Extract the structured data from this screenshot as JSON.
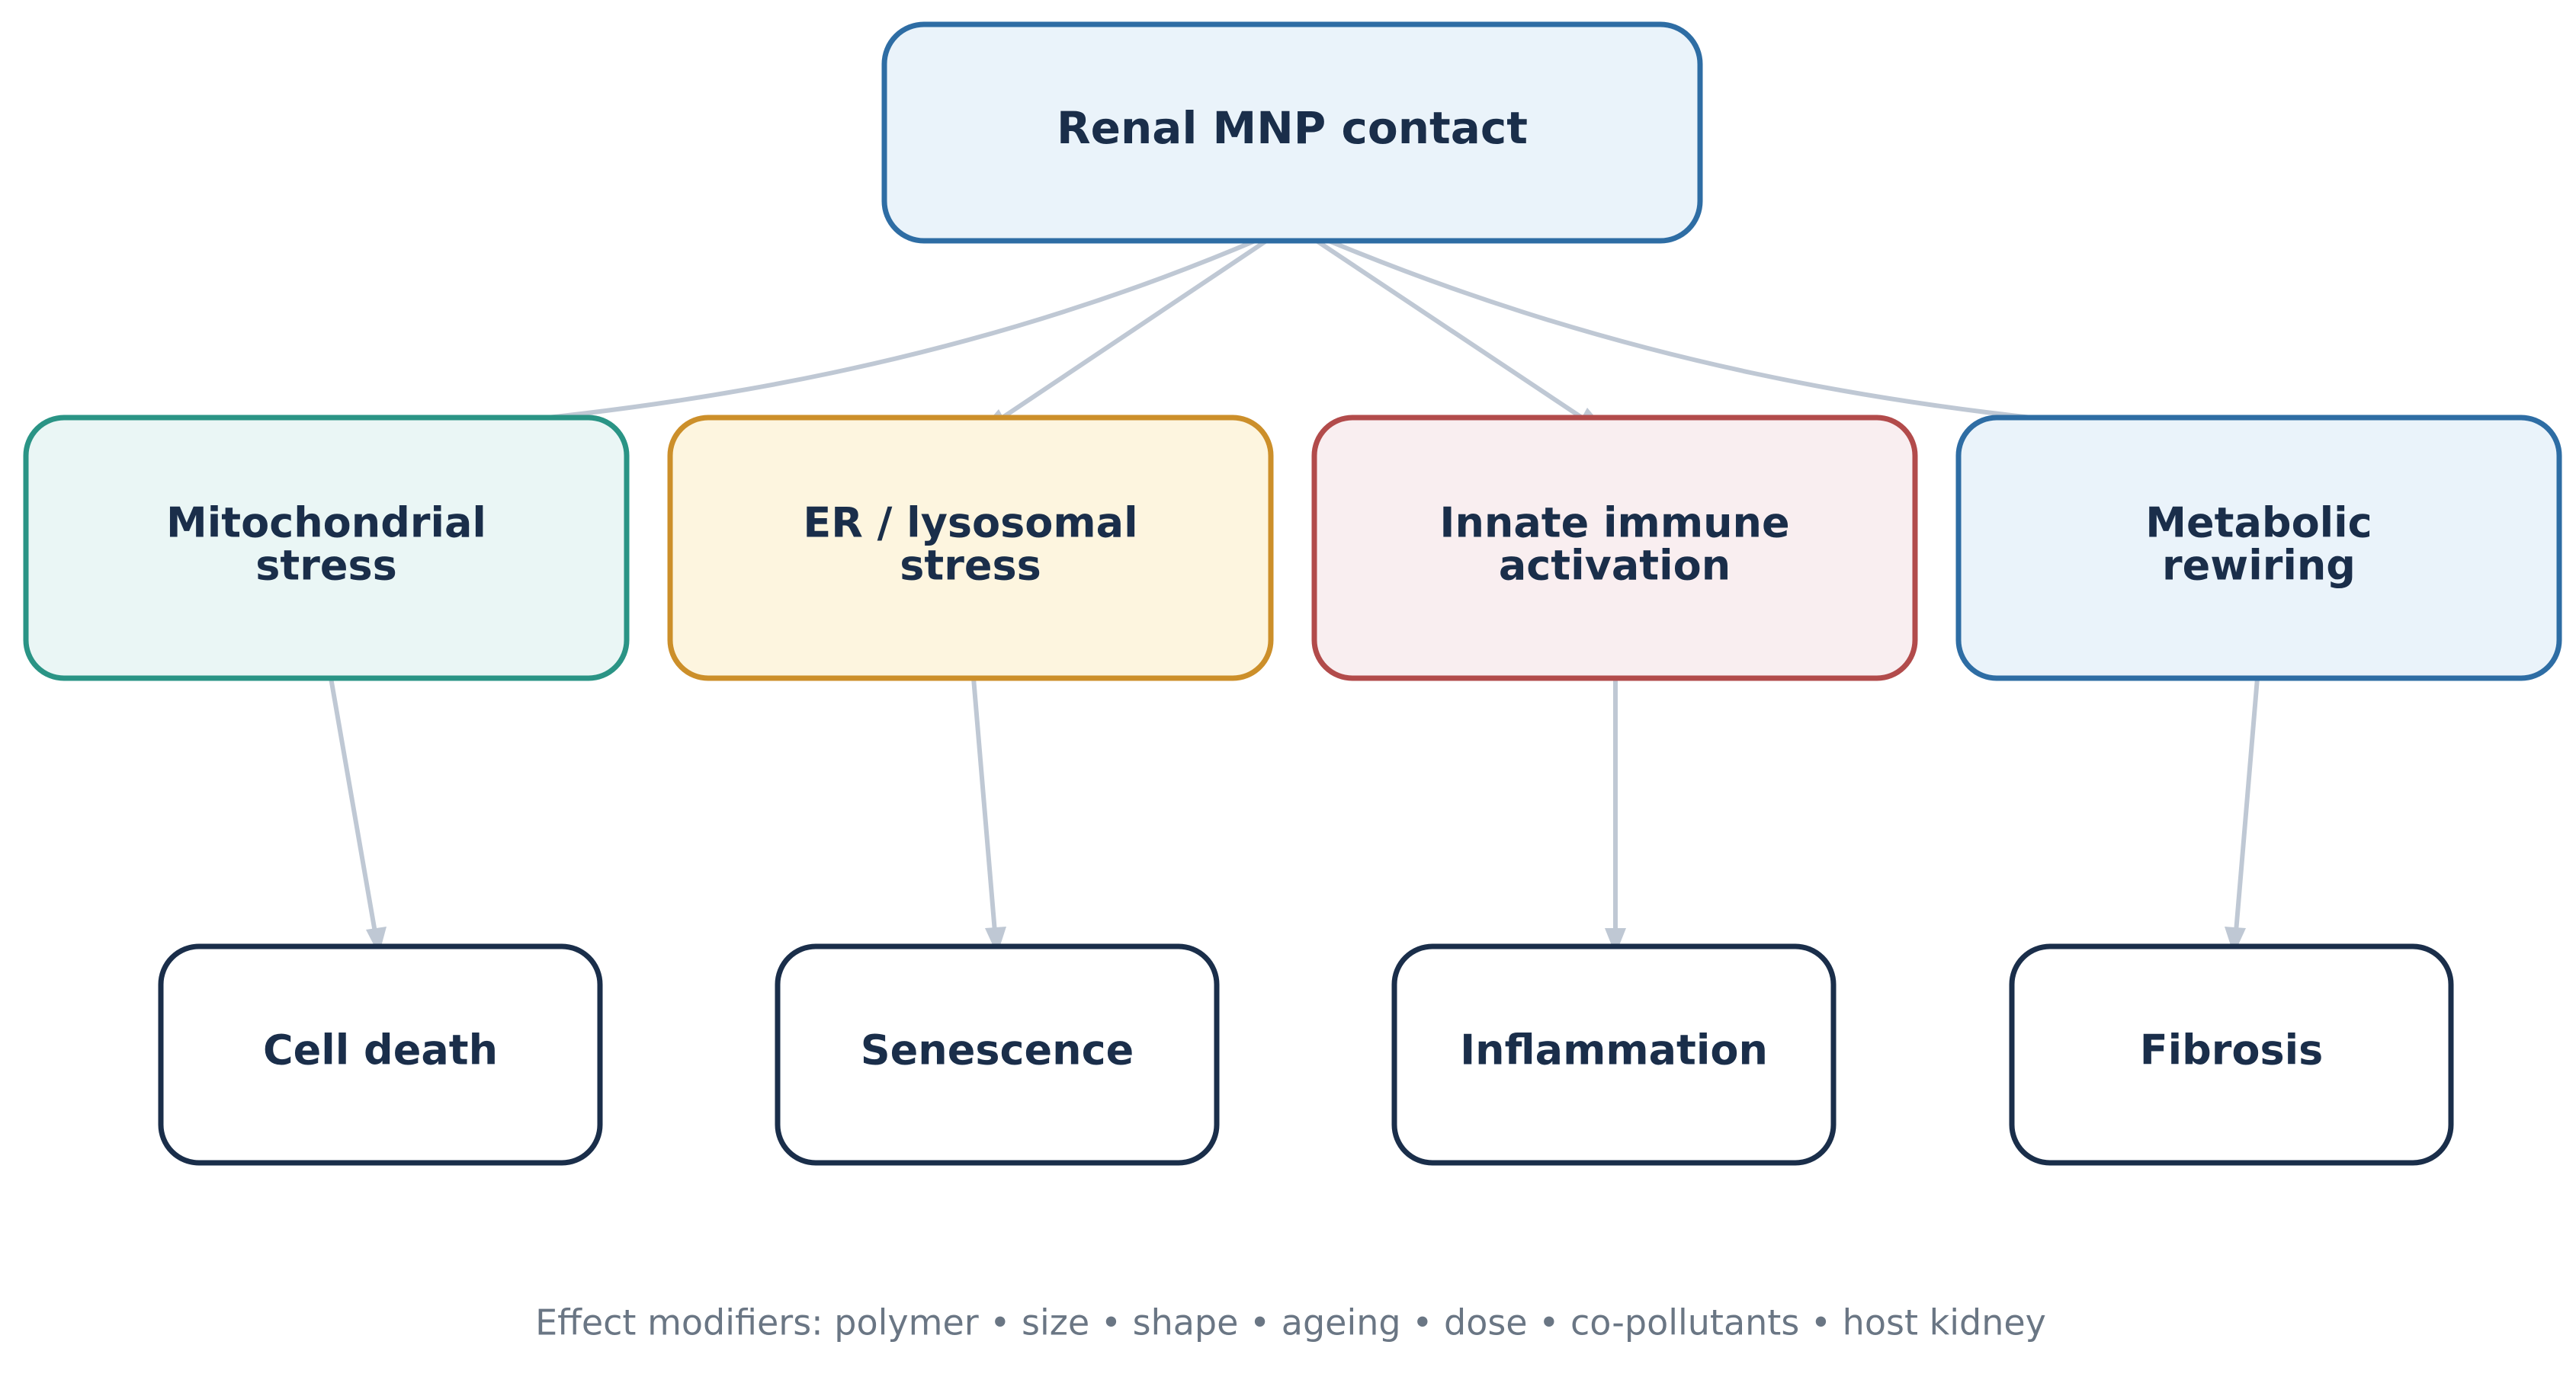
{
  "root": {
    "label": "Renal MNP contact",
    "stroke": "#2e6da4",
    "fill": "#eaf3fa"
  },
  "mechanisms": [
    {
      "line1": "Mitochondrial",
      "line2": "stress",
      "stroke": "#2a9485",
      "fill": "#eaf6f5"
    },
    {
      "line1": "ER / lysosomal",
      "line2": "stress",
      "stroke": "#cc8f2a",
      "fill": "#fdf5df"
    },
    {
      "line1": "Innate immune",
      "line2": "activation",
      "stroke": "#b24b4b",
      "fill": "#f9eef0"
    },
    {
      "line1": "Metabolic",
      "line2": "rewiring",
      "stroke": "#2e6da4",
      "fill": "#eaf3fa"
    }
  ],
  "outcomes": [
    {
      "label": "Cell death"
    },
    {
      "label": "Senescence"
    },
    {
      "label": "Inflammation"
    },
    {
      "label": "Fibrosis"
    }
  ],
  "outcome_style": {
    "stroke": "#1a2e4a",
    "fill": "#ffffff"
  },
  "edge_color": "#bfc8d4",
  "footer": "Effect modifiers: polymer • size • shape • ageing • dose • co-pollutants • host kidney"
}
